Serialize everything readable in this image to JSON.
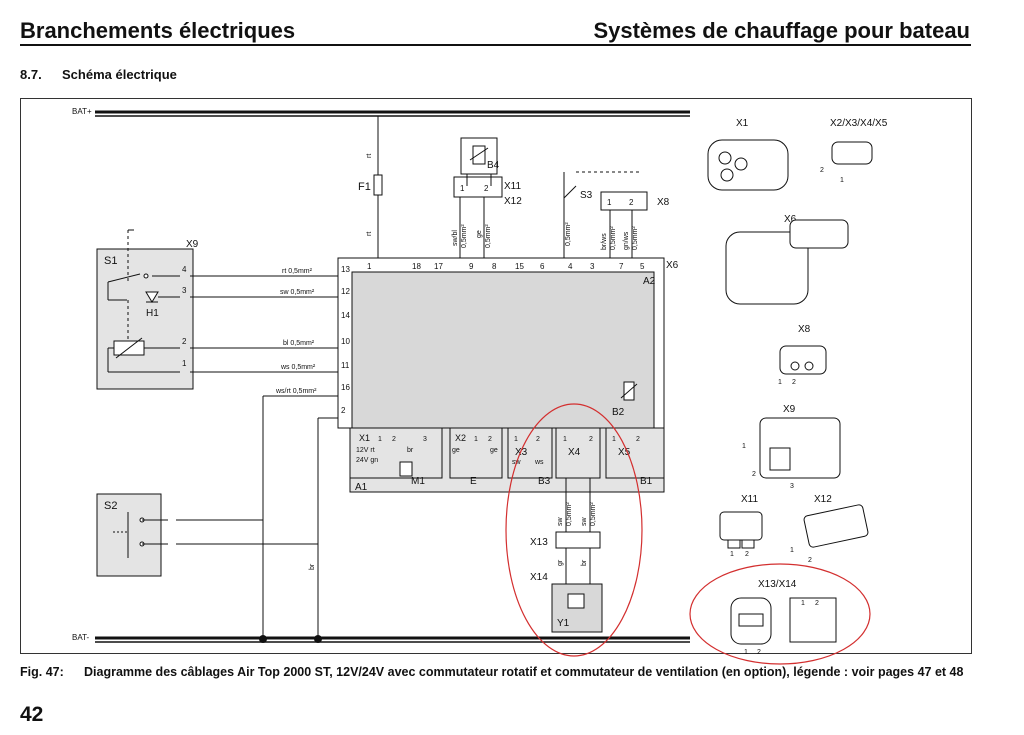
{
  "header": {
    "left_title": "Branchements électriques",
    "right_title": "Systèmes de chauffage pour bateau"
  },
  "section": {
    "number": "8.7.",
    "title": "Schéma électrique"
  },
  "diagram": {
    "rails": {
      "bat_plus": "BAT+",
      "bat_minus": "BAT-"
    },
    "components": {
      "f1": "F1",
      "b4": "B4",
      "s3": "S3",
      "x8": "X8",
      "x11": "X11",
      "x12": "X12",
      "x9": "X9",
      "s1": "S1",
      "h1": "H1",
      "s2": "S2",
      "x6": "X6",
      "a2": "A2",
      "b2": "B2",
      "a1": "A1",
      "x1": "X1",
      "x2": "X2",
      "x3": "X3",
      "x4": "X4",
      "x5": "X5",
      "m1": "M1",
      "e": "E",
      "b3": "B3",
      "b1": "B1",
      "x13": "X13",
      "x14": "X14",
      "y1": "Y1"
    },
    "x9_pins": [
      "4",
      "3",
      "2",
      "1"
    ],
    "a2_left_pins": [
      "13",
      "12",
      "14",
      "10",
      "11",
      "16",
      "2"
    ],
    "a2_top_pins": [
      "1",
      "18",
      "17",
      "9",
      "8",
      "15",
      "6",
      "4",
      "3",
      "7",
      "5"
    ],
    "left_wires": [
      "rt 0,5mm²",
      "sw 0,5mm²",
      "bl 0,5mm²",
      "ws 0,5mm²",
      "ws/rt 0,5mm²"
    ],
    "vertical_wires": {
      "rt_top": "rt",
      "rt_bottom": "rt",
      "b4_a": "sw/bl",
      "b4_b": "0,5mm²",
      "b4_c": "ge",
      "b4_d": "0,5mm²",
      "s3": "0,5mm²",
      "x8_a": "br/ws",
      "x8_b": "0,5mm²",
      "x8_c": "gn/ws",
      "x8_d": "0,5mm²",
      "x13_a": "sw",
      "x13_b": "0,5mm²",
      "x13_c": "sw",
      "x13_d": "0,5mm²",
      "x14_a": "gr",
      "x14_b": "br",
      "br_left": "br"
    },
    "a1_texts": {
      "x1_pins": [
        "1",
        "2",
        "3"
      ],
      "x2_pins": [
        "1",
        "2"
      ],
      "x3_pins": [
        "1",
        "2"
      ],
      "x4_pins": [
        "1",
        "2"
      ],
      "x5_pins": [
        "1",
        "2"
      ],
      "voltage_a": "12V rt",
      "voltage_b": "24V gn",
      "br": "br",
      "ge_a": "ge",
      "ge_b": "ge",
      "sw": "sw",
      "ws": "ws"
    },
    "connector_views": {
      "x1": "X1",
      "x2_5": "X2/X3/X4/X5",
      "x6": "X6",
      "x8": "X8",
      "x9": "X9",
      "x11": "X11",
      "x12": "X12",
      "x13_14": "X13/X14",
      "pin1": "1",
      "pin2": "2",
      "pin3": "3"
    }
  },
  "caption": {
    "label": "Fig. 47:",
    "text": "Diagramme des câblages Air Top 2000 ST, 12V/24V avec commutateur rotatif et commutateur de ventilation (en option), légende : voir pages 47 et 48"
  },
  "page_number": "42",
  "colors": {
    "ink": "#111111",
    "box_fill": "#d8d8d8",
    "panel_fill": "#e4e4e4",
    "highlight": "#d32f2f"
  }
}
